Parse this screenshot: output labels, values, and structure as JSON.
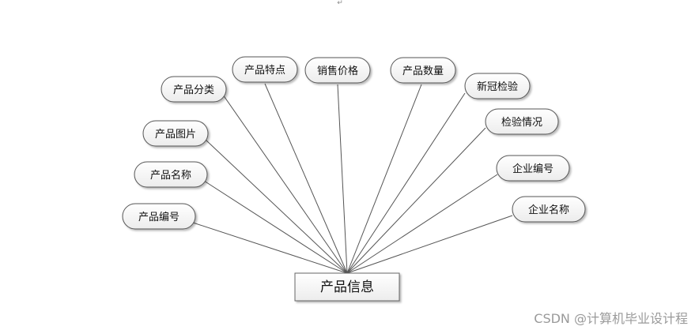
{
  "top_mark": "↵",
  "entity": {
    "label": "产品信息"
  },
  "attributes": [
    {
      "id": "product-id",
      "label": "产品编号"
    },
    {
      "id": "product-name",
      "label": "产品名称"
    },
    {
      "id": "product-image",
      "label": "产品图片"
    },
    {
      "id": "product-category",
      "label": "产品分类"
    },
    {
      "id": "product-features",
      "label": "产品特点"
    },
    {
      "id": "sale-price",
      "label": "销售价格"
    },
    {
      "id": "product-quantity",
      "label": "产品数量"
    },
    {
      "id": "covid-test",
      "label": "新冠检验"
    },
    {
      "id": "test-status",
      "label": "检验情况"
    },
    {
      "id": "company-id",
      "label": "企业编号"
    },
    {
      "id": "company-name",
      "label": "企业名称"
    }
  ],
  "watermark": "CSDN @计算机毕业设计程"
}
